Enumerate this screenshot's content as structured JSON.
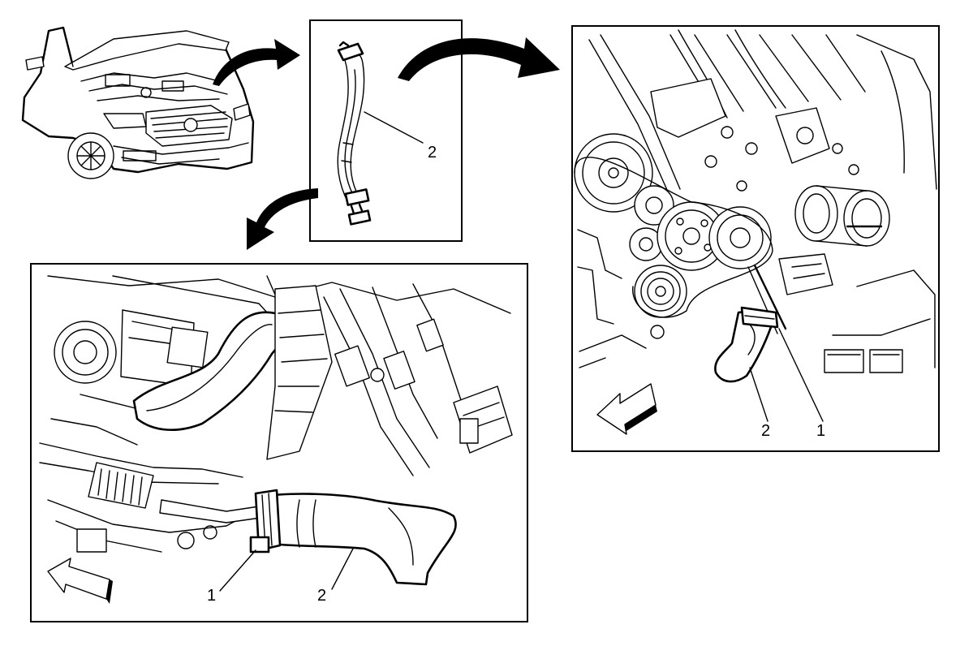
{
  "figure": {
    "panels": [
      {
        "id": "vehicle-overview"
      },
      {
        "id": "hose-component",
        "callouts": [
          "2"
        ]
      },
      {
        "id": "engine-right-view",
        "callouts": [
          "2",
          "1"
        ]
      },
      {
        "id": "engine-left-view",
        "callouts": [
          "1",
          "2"
        ]
      }
    ],
    "icons": [
      "curved-arrow-icon",
      "front-direction-arrow-icon"
    ]
  }
}
